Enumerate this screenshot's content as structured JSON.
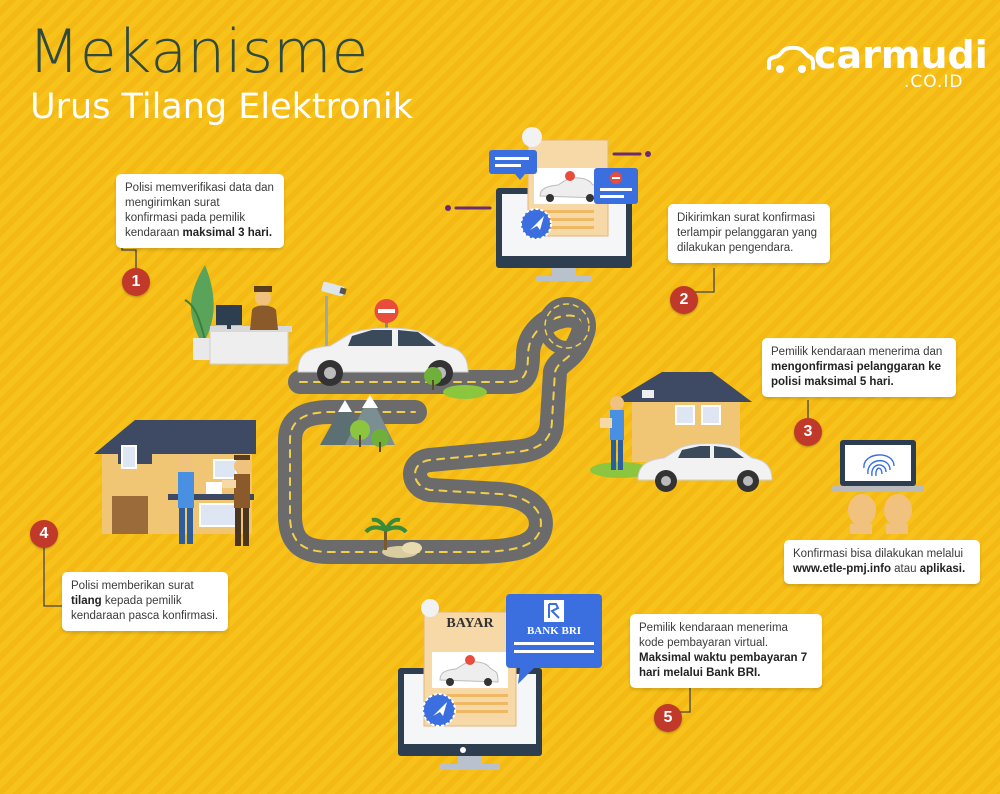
{
  "header": {
    "title": "Mekanisme",
    "subtitle": "Urus Tilang Elektronik"
  },
  "logo": {
    "name": "carmudi",
    "domain": ".CO.ID",
    "icon": "car-outline-icon"
  },
  "steps": [
    {
      "number": "1",
      "text_a": "Polisi memverifikasi data dan mengirimkan surat konfirmasi pada pemilik kendaraan ",
      "text_bold": "maksimal 3 hari.",
      "text_b": ""
    },
    {
      "number": "2",
      "text_a": "Dikirimkan surat konfirmasi terlampir pelanggaran yang dilakukan pengendara.",
      "text_bold": "",
      "text_b": ""
    },
    {
      "number": "3",
      "text_a": "Pemilik kendaraan menerima dan ",
      "text_bold": "mengonfirmasi pelanggaran ke polisi maksimal 5 hari.",
      "text_b": ""
    },
    {
      "number": "4",
      "text_a": "Polisi memberikan surat ",
      "text_bold": "tilang",
      "text_b": " kepada pemilik kendaraan pasca konfirmasi."
    },
    {
      "number": "5",
      "text_a": "Pemilik kendaraan menerima kode pembayaran virtual. ",
      "text_bold": "Maksimal waktu pembayaran 7 hari melalui Bank BRI.",
      "text_b": ""
    }
  ],
  "confirm_note": {
    "text_a": "Konfirmasi bisa dilakukan melalui ",
    "link": "www.etle-pmj.info",
    "text_b": " atau ",
    "bold_end": "aplikasi."
  },
  "payment": {
    "bayar_label": "BAYAR",
    "bank_label": "BANK BRI"
  },
  "colors": {
    "background": "#f6bf17",
    "title": "#2f4a3e",
    "step_badge": "#c0392b",
    "road": "#6b6b6b",
    "accent_blue": "#3b6fe0"
  }
}
